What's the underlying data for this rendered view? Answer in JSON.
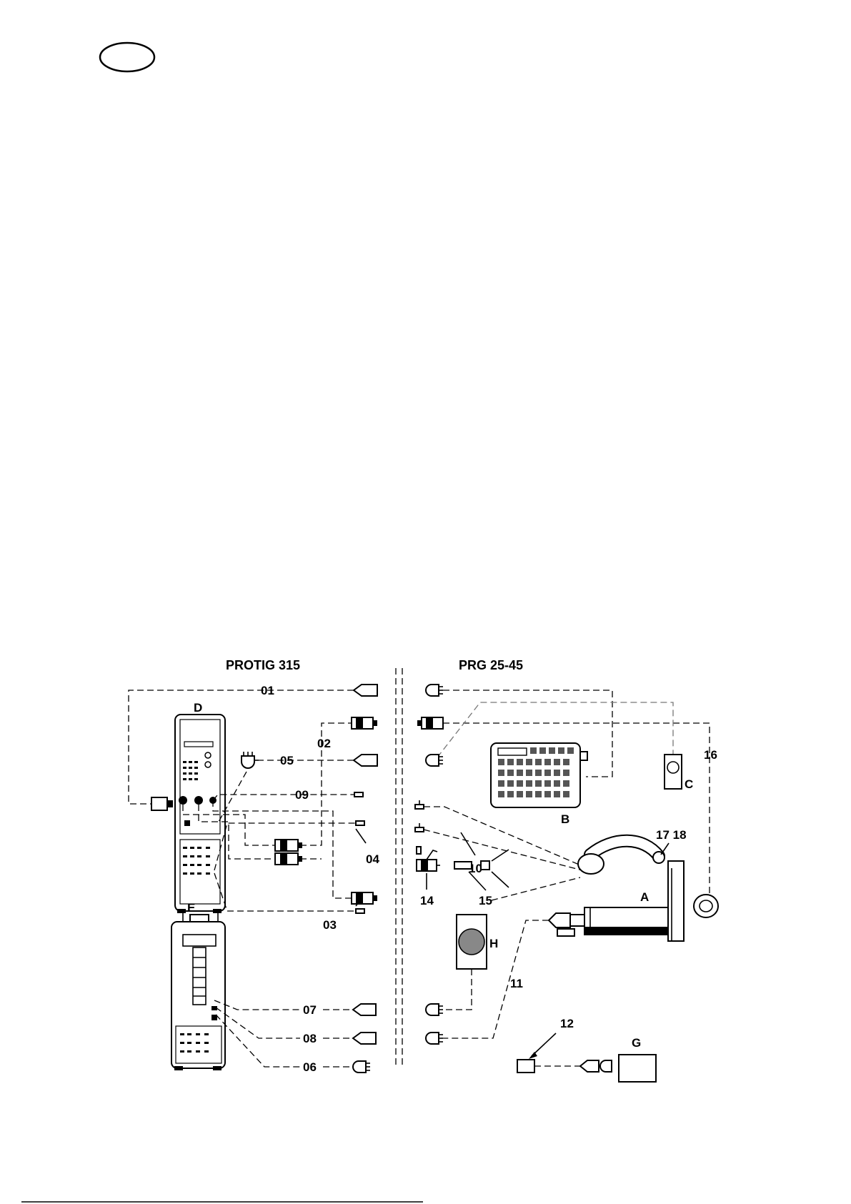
{
  "headers": {
    "left": "PROTIG 315",
    "right": "PRG 25-45"
  },
  "units": {
    "D": "D",
    "E": "E",
    "A": "A",
    "B": "B",
    "C": "C",
    "G": "G",
    "H": "H"
  },
  "connections": {
    "c01": "01",
    "c02": "02",
    "c03": "03",
    "c04": "04",
    "c05": "05",
    "c06": "06",
    "c07": "07",
    "c08": "08",
    "c09": "09",
    "c10": "10",
    "c11": "11",
    "c12": "12",
    "c14": "14",
    "c15": "15",
    "c16": "16",
    "c17_18": "17 18"
  }
}
